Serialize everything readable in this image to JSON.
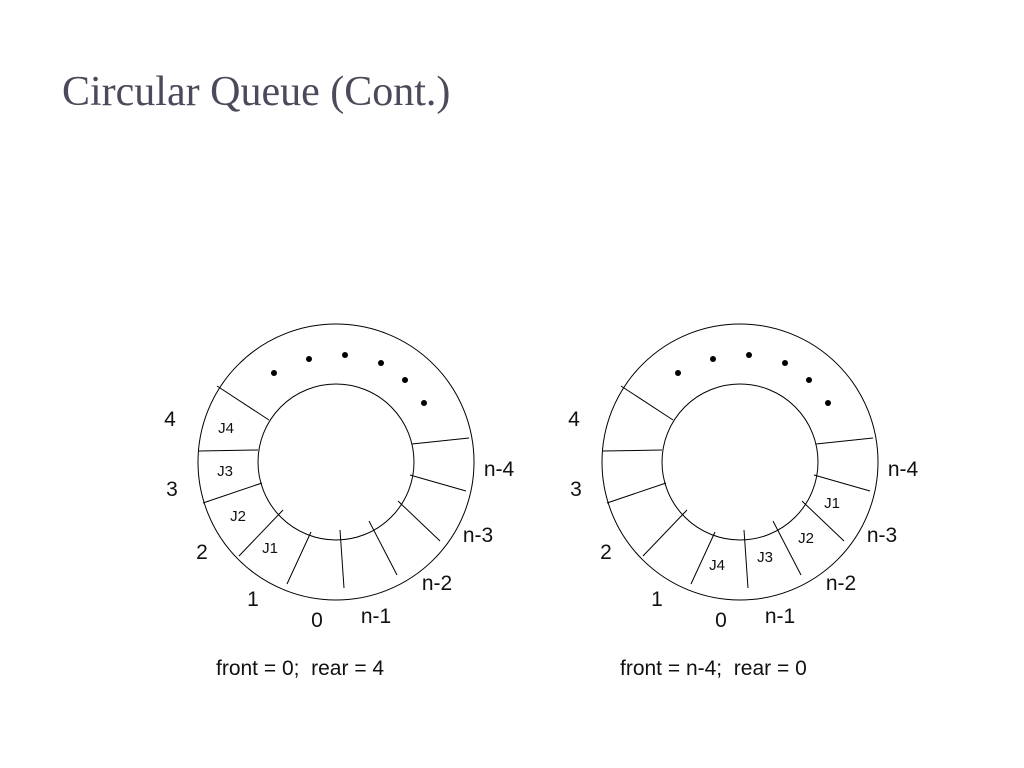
{
  "title": "Circular Queue (Cont.)",
  "colors": {
    "title": "#4a4a5a",
    "stroke": "#000000",
    "text": "#111111"
  },
  "diagrams": [
    {
      "caption": "front = 0;  rear = 4",
      "index_labels": [
        "4",
        "3",
        "2",
        "1",
        "0",
        "n-1",
        "n-2",
        "n-3",
        "n-4"
      ],
      "slot_labels": [
        "J4",
        "J3",
        "J2",
        "J1"
      ],
      "ellipsis": "dots"
    },
    {
      "caption": "front = n-4;  rear = 0",
      "index_labels": [
        "4",
        "3",
        "2",
        "1",
        "0",
        "n-1",
        "n-2",
        "n-3",
        "n-4"
      ],
      "slot_labels": [
        "J1",
        "J2",
        "J3",
        "J4"
      ],
      "ellipsis": "dots"
    }
  ]
}
